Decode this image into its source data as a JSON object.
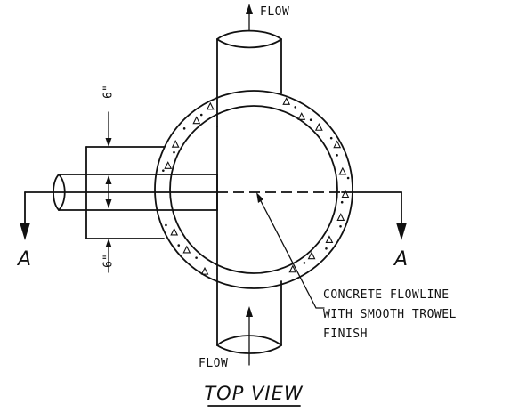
{
  "labels": {
    "flow_top": "FLOW",
    "flow_bottom": "FLOW",
    "section_left": "A",
    "section_right": "A",
    "dim_top": "6\"",
    "dim_bottom": "6\"",
    "note_line1": "CONCRETE FLOWLINE",
    "note_line2": "WITH SMOOTH TROWEL",
    "note_line3": "FINISH",
    "title": "TOP VIEW"
  },
  "colors": {
    "ink": "#111111",
    "paper": "#ffffff"
  }
}
